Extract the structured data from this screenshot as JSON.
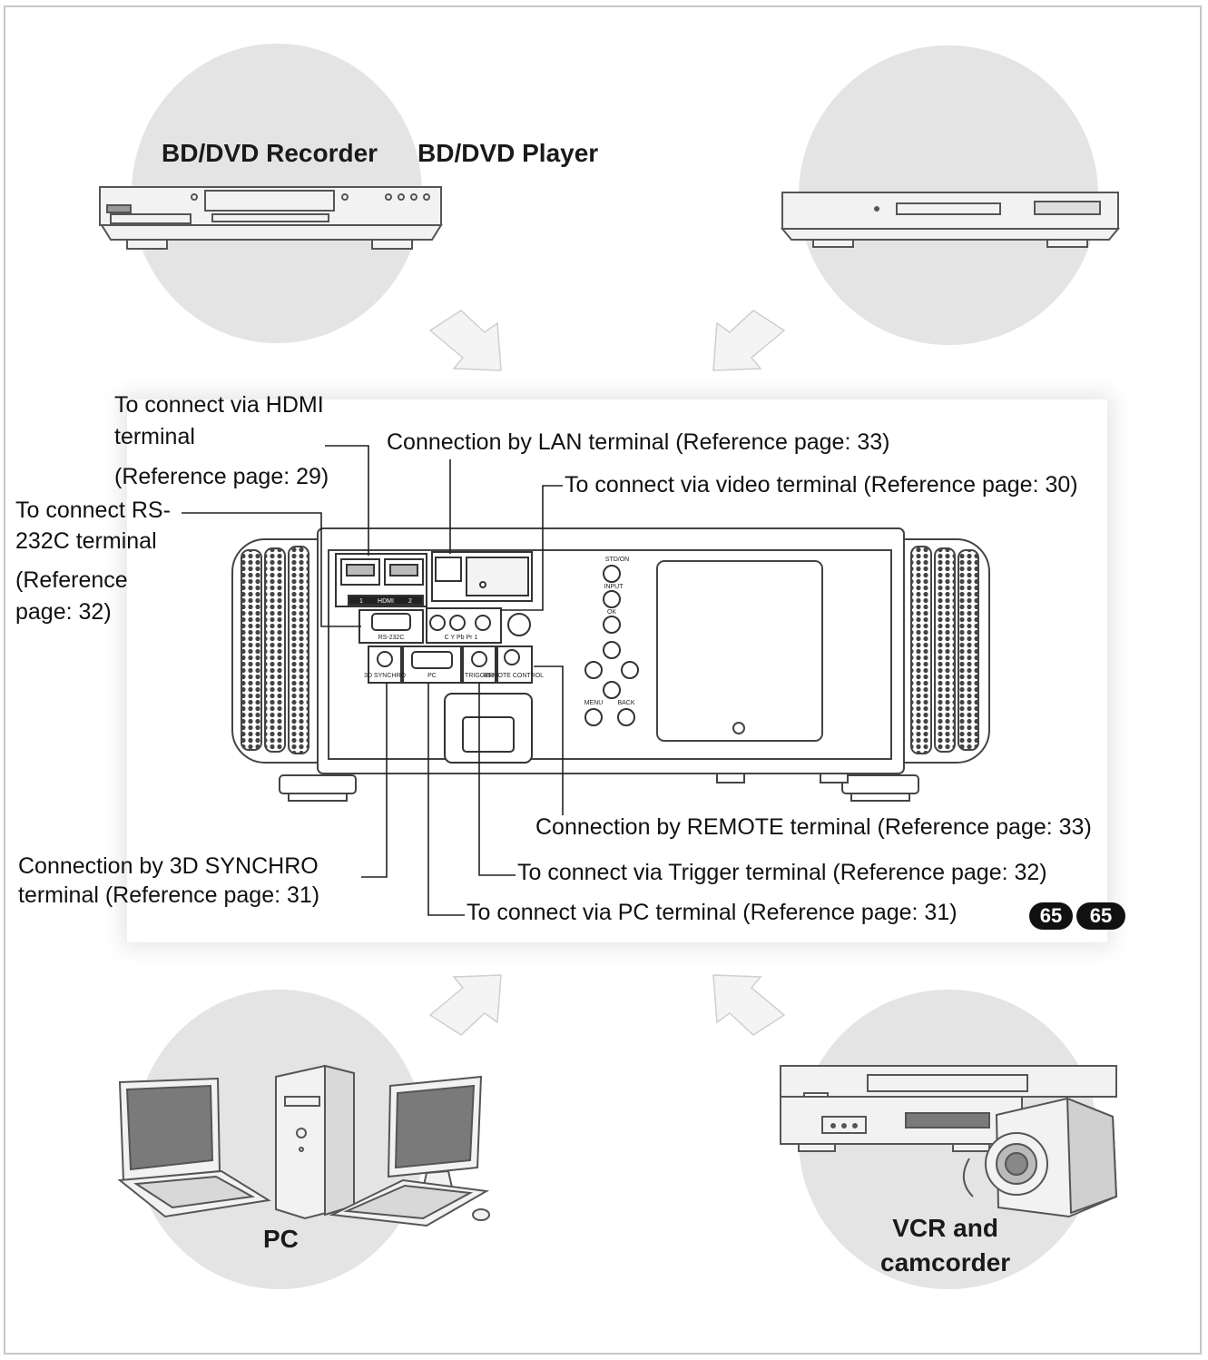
{
  "devices": {
    "bd_recorder": "BD/DVD Recorder",
    "bd_player": "BD/DVD Player",
    "pc": "PC",
    "vcr": "VCR and\ncamcorder"
  },
  "callouts": {
    "hdmi_l1": "To connect via HDMI",
    "hdmi_l2": "terminal",
    "hdmi_ref": "(Reference page: 29)",
    "lan": "Connection by LAN terminal (Reference page: 33)",
    "video": "To connect via video terminal (Reference page: 30)",
    "rs_l1": "To connect RS-",
    "rs_l2": "232C terminal",
    "rs_l3": "(Reference",
    "rs_l4": "page: 32)",
    "remote": "Connection by REMOTE terminal (Reference page: 33)",
    "sync_l1": "Connection by 3D SYNCHRO",
    "sync_l2": "terminal (Reference page: 31)",
    "trigger": "To connect via Trigger terminal (Reference page: 32)",
    "pc": "To connect via PC terminal (Reference page: 31)"
  },
  "page_badges": [
    "65",
    "65"
  ],
  "port_labels": {
    "hdmi": "HDMI",
    "hdmi_1": "1",
    "hdmi_2": "2",
    "rs232c": "RS-232C",
    "video": "C  Y  Pb Pr   1",
    "sync": "3D SYNCHRO",
    "pc": "PC",
    "trigger": "TRIGGER",
    "remote": "REMOTE CONTROL",
    "btn_standby": "STD/ON",
    "btn_input": "INPUT",
    "btn_ok": "OK",
    "btn_menu": "MENU",
    "btn_back": "BACK"
  }
}
